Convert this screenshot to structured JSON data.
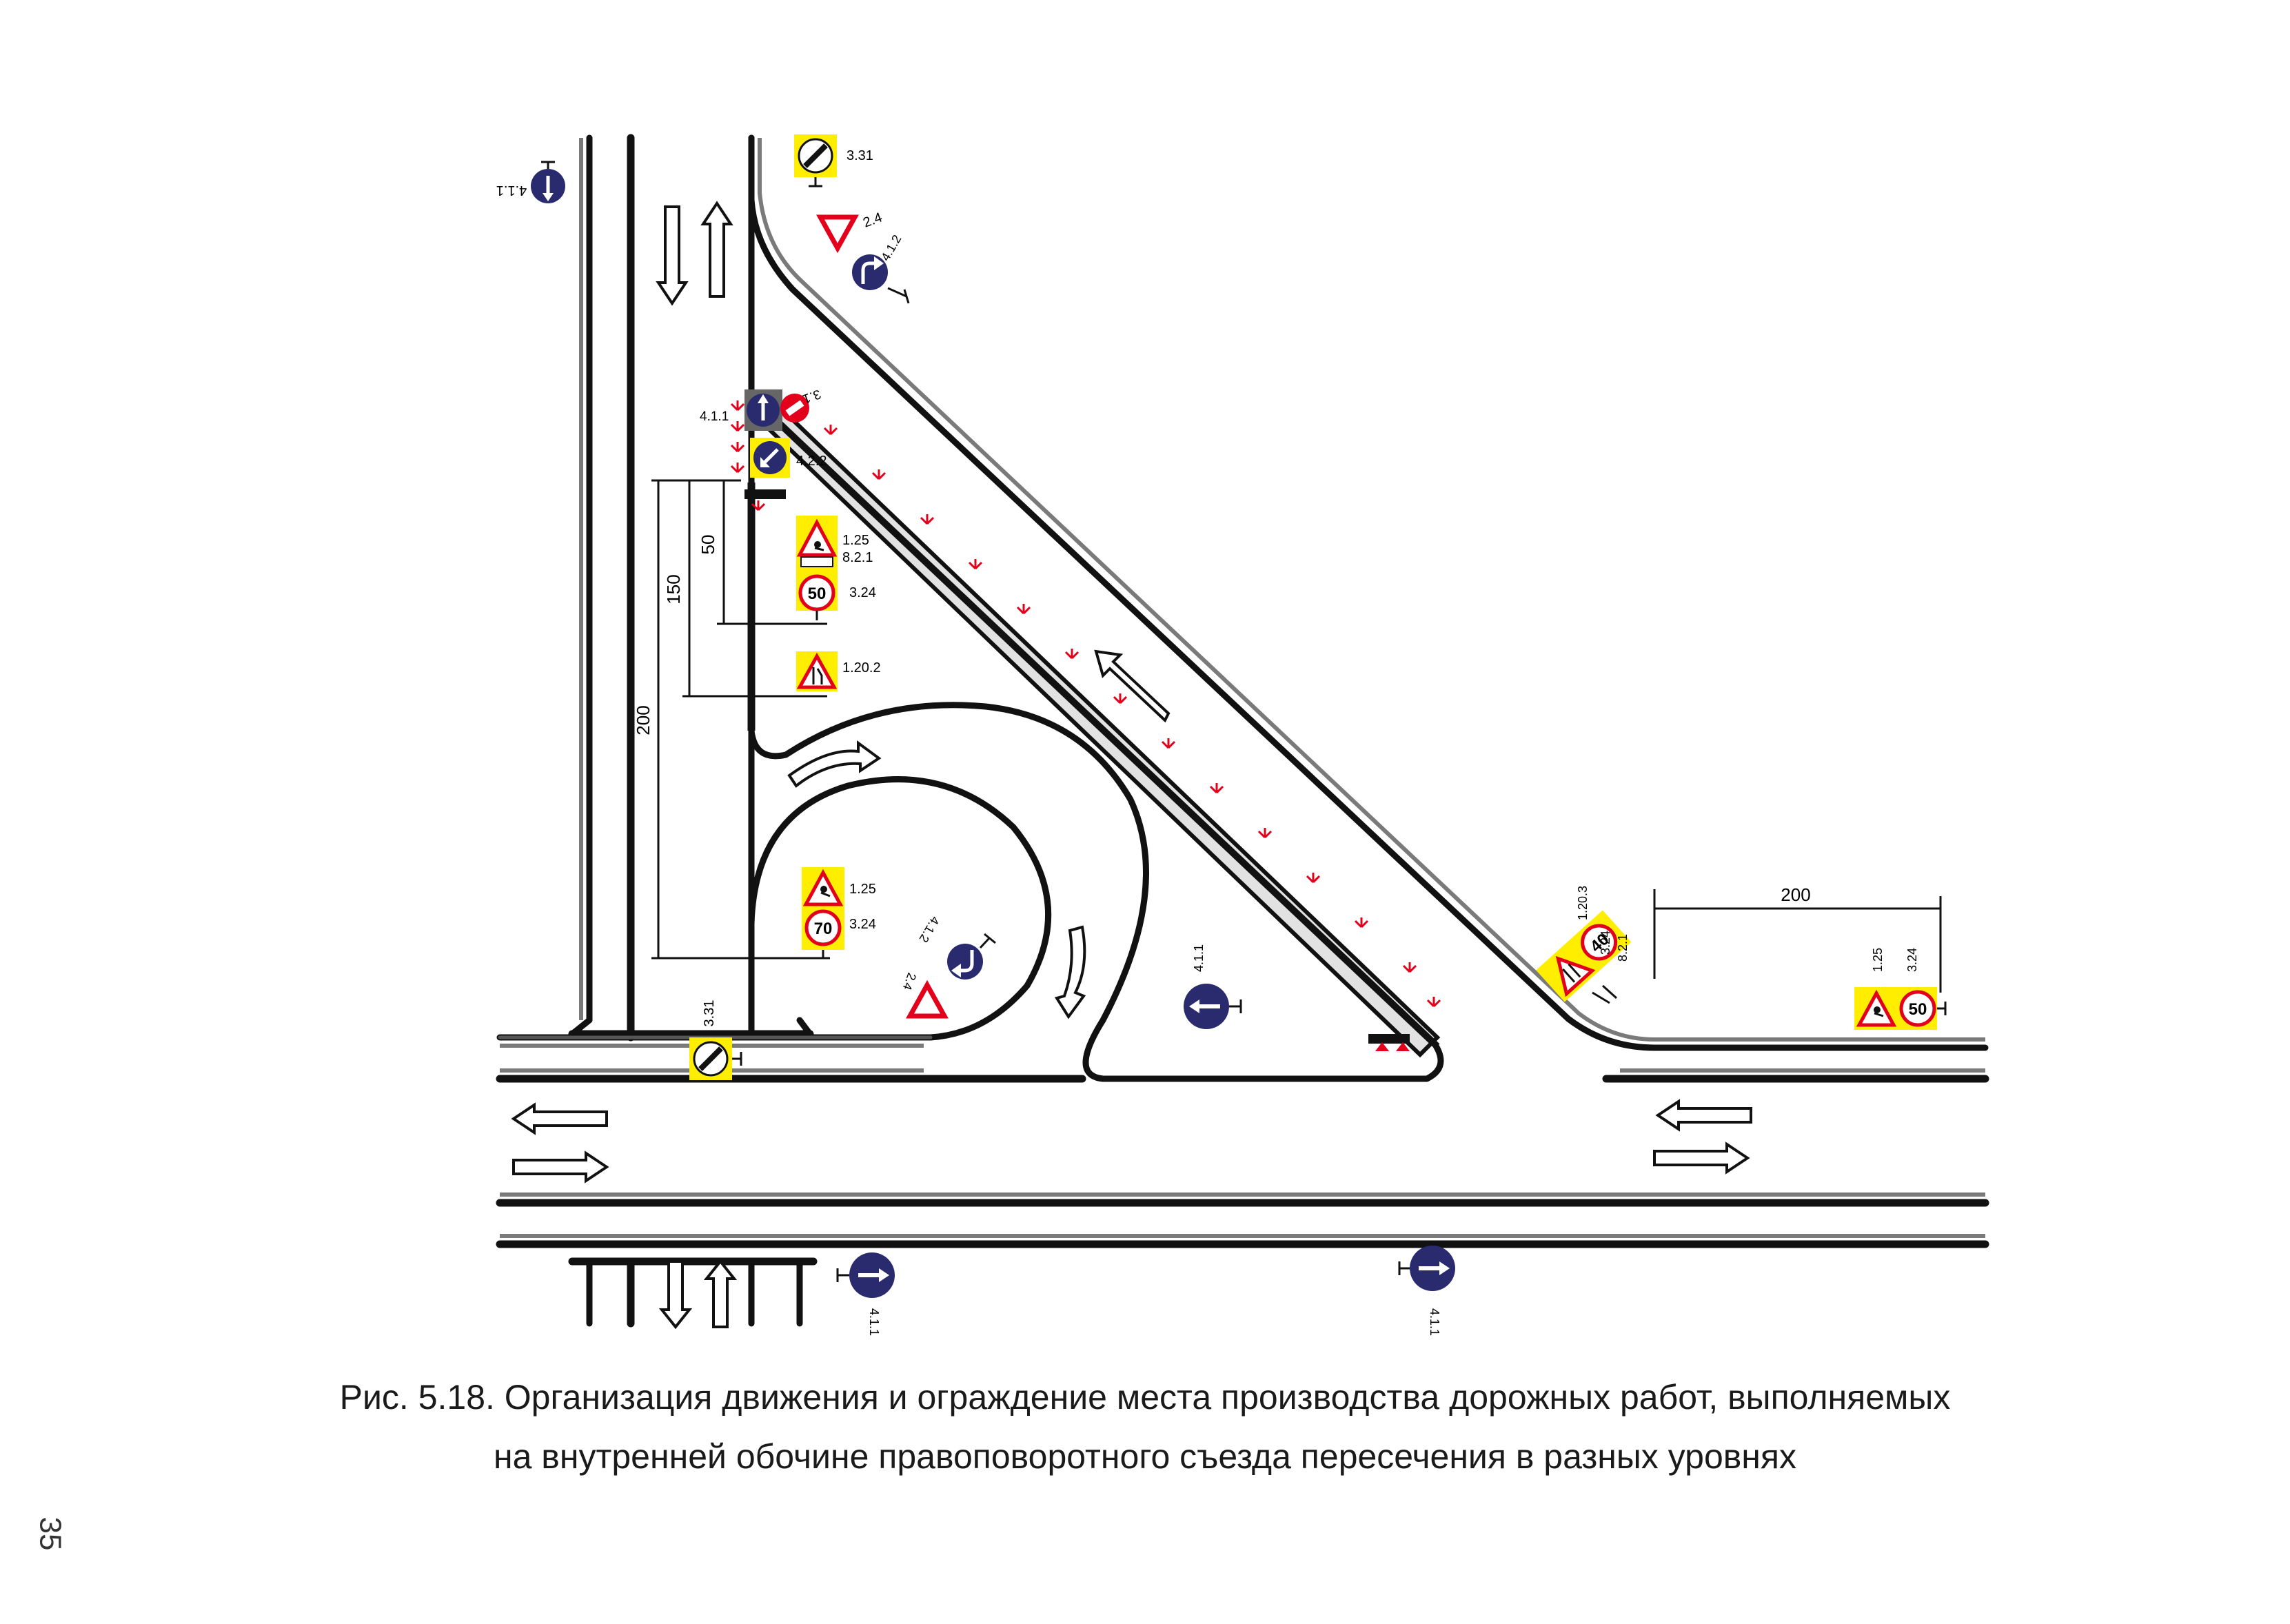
{
  "caption": {
    "line1": "Рис. 5.18. Организация движения и ограждение места производства дорожных работ, выполняемых",
    "line2": "на внутренней обочине правоповоротного съезда пересечения в разных уровнях"
  },
  "page_number": "35",
  "dimensions": {
    "d50": "50",
    "d150": "150",
    "d200_left": "200",
    "d200_right": "200"
  },
  "sign_labels": {
    "s331_top": "3.31",
    "s24_top": "2.4",
    "s412_top": "4.1.2",
    "s411_topleft": "4.1.1",
    "s411_island": "4.1.1",
    "s31_island": "3.1",
    "s422": "4.2.2",
    "s125_a": "1.25",
    "s821_a": "8.2.1",
    "s324_a": "3.24",
    "s1202": "1.20.2",
    "s125_b": "1.25",
    "s324_b": "3.24",
    "s412_loop": "4.1.2",
    "s24_loop": "2.4",
    "s411_tri": "4.1.1",
    "s331_bottom": "3.31",
    "s1203": "1.20.3",
    "s324_c": "3.24",
    "s821_c": "8.2.1",
    "s125_d": "1.25",
    "s324_d": "3.24",
    "s411_bl": "4.1.1",
    "s411_br": "4.1.1"
  },
  "speed_limits": {
    "limit_a": "50",
    "limit_b": "70",
    "limit_c": "40",
    "limit_d": "50"
  },
  "colors": {
    "road_line": "#111111",
    "closed_zone": "#e2e2e2",
    "sign_yellow": "#ffee00",
    "sign_blue": "#2a2a6e",
    "sign_red": "#e3001b",
    "cone_red": "#e3001b"
  }
}
